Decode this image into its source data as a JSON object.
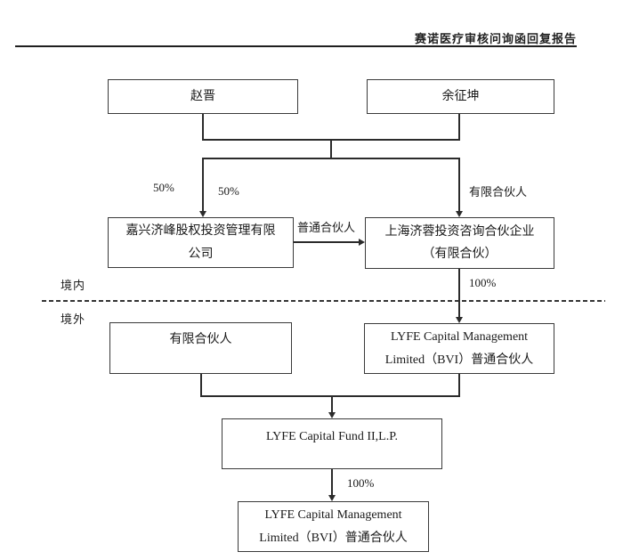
{
  "header": {
    "title": "赛诺医疗审核问询函回复报告"
  },
  "regions": {
    "domestic": "境内",
    "overseas": "境外"
  },
  "nodes": {
    "zhao_jin": {
      "label": "赵晋"
    },
    "yu_zhengkun": {
      "label": "余征坤"
    },
    "jiaxing_jifeng": {
      "line1": "嘉兴济峰股权投资管理有限",
      "line2": "公司"
    },
    "shanghai_jirong": {
      "line1": "上海济蓉投资咨询合伙企业",
      "line2": "（有限合伙）"
    },
    "limited_partner": {
      "label": "有限合伙人"
    },
    "lyfe_mgmt_upper": {
      "line1": "LYFE Capital Management",
      "line2": "Limited（BVI）普通合伙人"
    },
    "lyfe_fund": {
      "label": "LYFE Capital Fund II,L.P."
    },
    "lyfe_mgmt_lower": {
      "line1": "LYFE Capital Management",
      "line2": "Limited（BVI）普通合伙人"
    }
  },
  "edge_labels": {
    "zhao_outer_pct": "50%",
    "zhao_inner_pct": "50%",
    "yu_limited_partner": "有限合伙人",
    "general_partner": "普通合伙人",
    "shanghai_to_lyfe_pct": "100%",
    "fund_to_mgmt_pct": "100%"
  },
  "colors": {
    "line": "#2b2b2b",
    "border": "#3a3a3a",
    "text": "#1a1a1a"
  }
}
